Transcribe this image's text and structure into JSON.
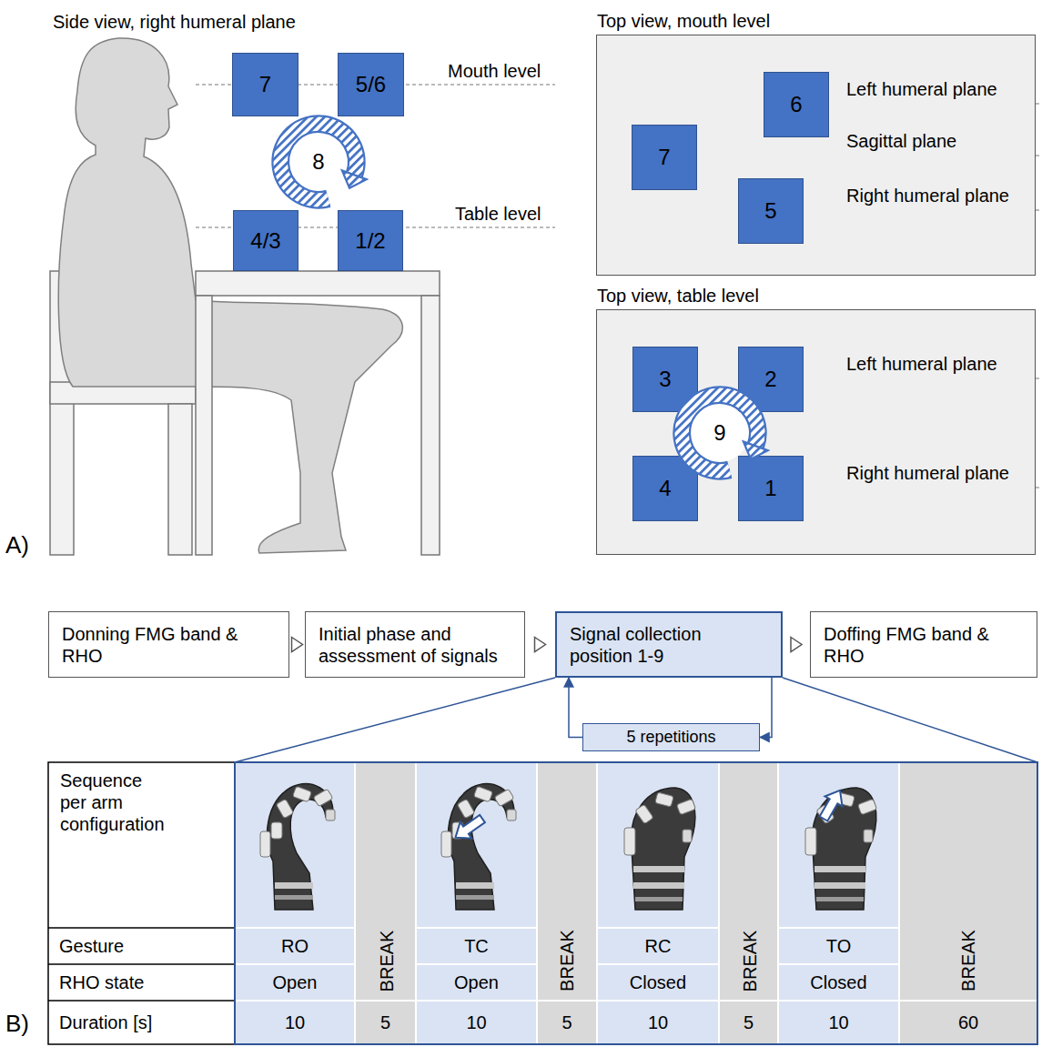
{
  "diagram": {
    "nodes": [
      {
        "text": [
          "7"
        ]
      },
      {
        "text": [
          "5/6"
        ]
      },
      {
        "text": [
          "8"
        ]
      },
      {
        "text": [
          "4/3"
        ]
      },
      {
        "text": [
          "1/2"
        ]
      },
      {
        "text": [
          "Top view, mouth level"
        ]
      },
      {
        "text": [
          "6"
        ],
        "in": 5
      },
      {
        "text": [
          "7"
        ],
        "in": 5
      },
      {
        "text": [
          "5"
        ],
        "in": 5
      },
      {
        "text": [
          "Top view, table level"
        ]
      },
      {
        "text": [
          "3"
        ],
        "in": 9
      },
      {
        "text": [
          "2"
        ],
        "in": 9
      },
      {
        "text": [
          "9"
        ],
        "in": 9
      },
      {
        "text": [
          "4"
        ],
        "in": 9
      },
      {
        "text": [
          "1"
        ],
        "in": 9
      },
      {
        "text": [
          "Donning FMG band & RHO"
        ]
      },
      {
        "text": [
          "Initial phase and assessment of signals"
        ]
      },
      {
        "text": [
          "Signal collection position 1-9"
        ]
      },
      {
        "text": [
          "Doffing FMG band & RHO"
        ]
      },
      {
        "text": [
          "5 repetitions"
        ]
      }
    ],
    "edges": [
      {
        "from": 15,
        "to": 16,
        "arrow": "to"
      },
      {
        "from": 16,
        "to": 17,
        "arrow": "to"
      },
      {
        "from": 17,
        "to": 18,
        "arrow": "to"
      },
      {
        "from": 17,
        "to": 19,
        "arrow": "to"
      },
      {
        "from": 19,
        "to": 17,
        "arrow": "to"
      }
    ],
    "labels": [
      "Side view, right humeral plane",
      "Mouth level",
      "Table level",
      "Left humeral plane",
      "Sagittal plane",
      "Right humeral plane",
      "Left humeral plane",
      "Right humeral plane",
      "A)",
      "Sequence per arm configuration",
      "Gesture",
      "RO",
      "BREAK",
      "TC",
      "BREAK",
      "RC",
      "BREAK",
      "TO",
      "BREAK",
      "RHO state",
      "Open",
      "Open",
      "Closed",
      "Closed",
      "Duration [s]",
      "10",
      "5",
      "10",
      "5",
      "10",
      "5",
      "10",
      "60",
      "B)"
    ]
  }
}
